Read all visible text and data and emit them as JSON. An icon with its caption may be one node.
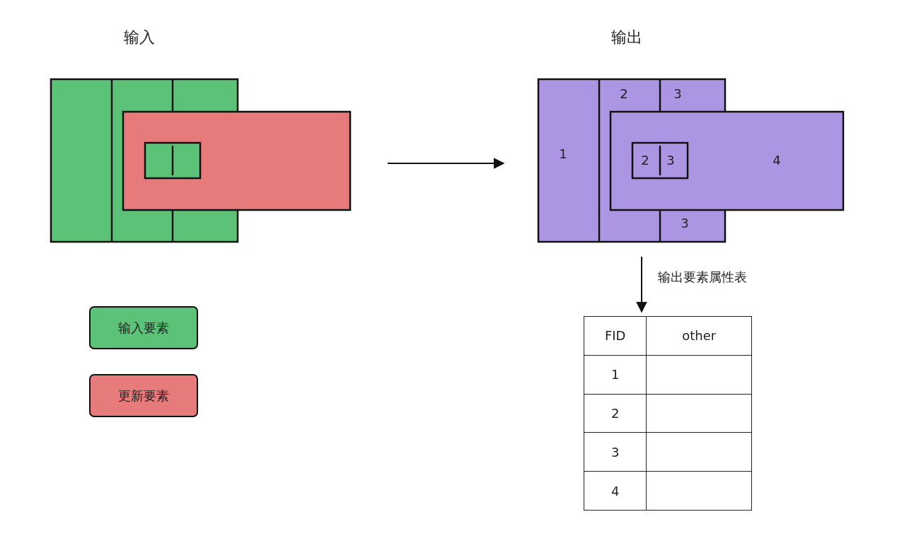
{
  "diagram": {
    "nodes": [
      {
        "text": [
          "输入"
        ]
      },
      {
        "text": [
          "输出"
        ]
      },
      {
        "text": [],
        "shape": "table"
      }
    ],
    "edges": [
      {
        "from": 0,
        "to": 1,
        "arrow": "to"
      },
      {
        "from": 1,
        "to": 2,
        "arrow": "to",
        "label": "输出要素属性表"
      }
    ],
    "labels": [
      "2",
      "3",
      "1",
      "2",
      "3",
      "4",
      "3",
      "FID",
      "other",
      "1",
      "2",
      "3",
      "4"
    ],
    "legend": [
      {
        "text": "输入要素",
        "color": "#5cc278"
      },
      {
        "text": "更新要素",
        "color": "#e77b7b"
      }
    ]
  }
}
